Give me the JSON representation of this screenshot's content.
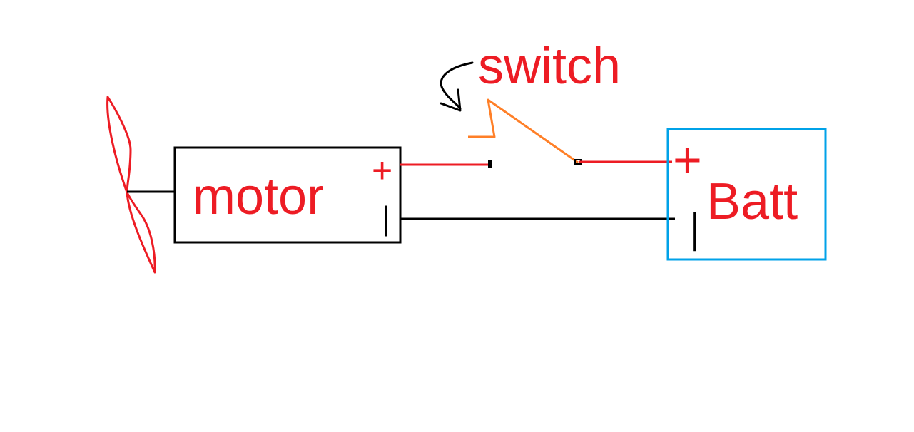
{
  "labels": {
    "motor": "motor",
    "switch": "switch",
    "battery": "Batt",
    "plus": "+",
    "minus": "|"
  },
  "colors": {
    "label_text": "#ed1c24",
    "positive_wire": "#ed1c24",
    "negative_wire": "#000000",
    "switch_lever": "#ff7f27",
    "battery_box": "#00a2e8",
    "motor_box": "#000000",
    "propeller": "#ed1c24",
    "background": "#ffffff"
  }
}
